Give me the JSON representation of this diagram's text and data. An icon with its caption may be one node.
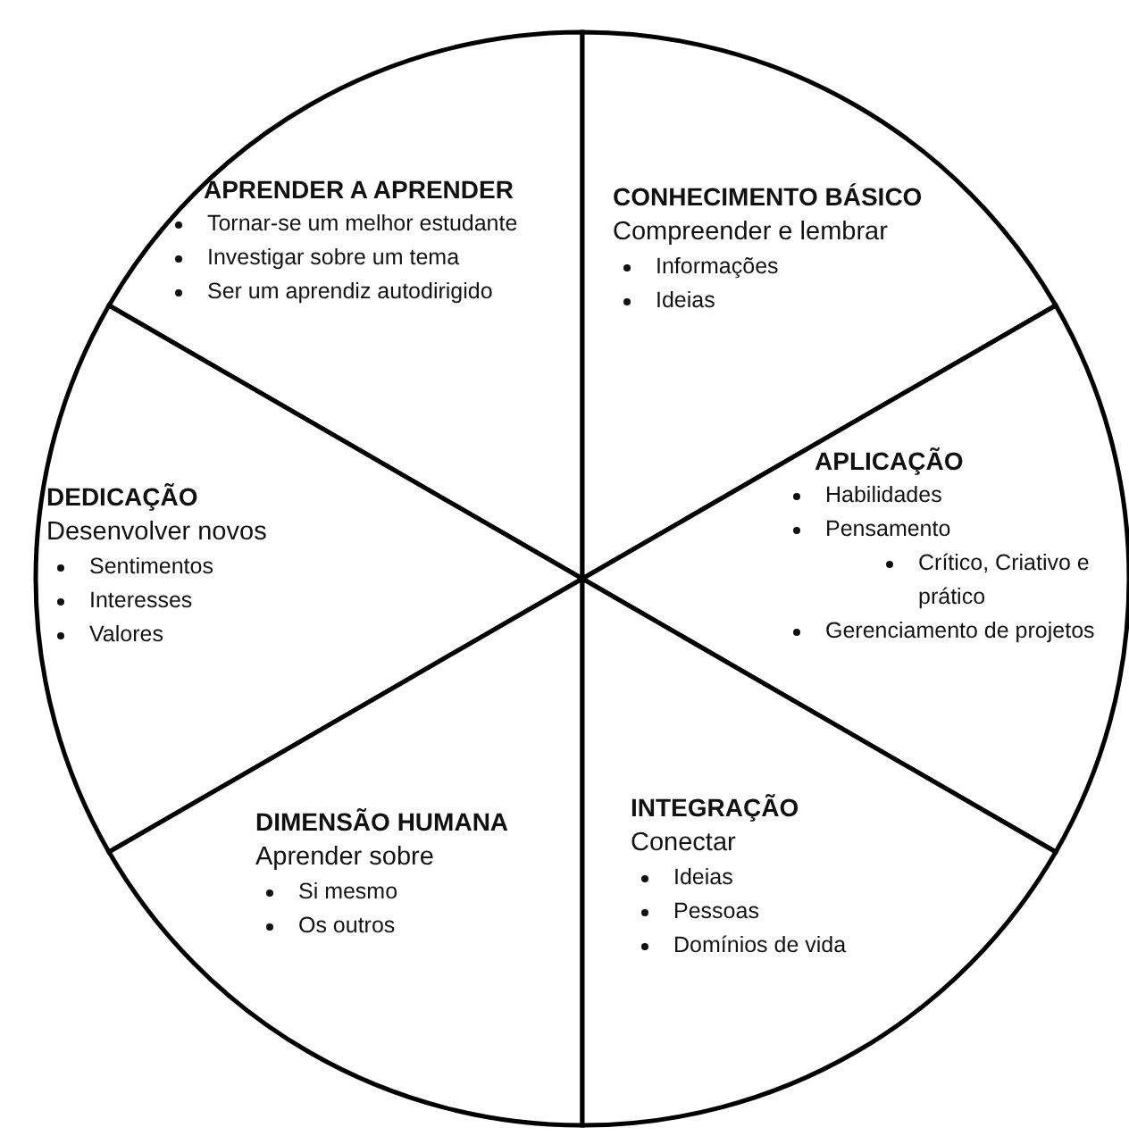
{
  "diagram": {
    "nodes": [
      {
        "text": [
          "APRENDER A APRENDER",
          "Tornar-se um melhor estudante",
          "Investigar sobre um tema",
          "Ser um aprendiz autodirigido"
        ]
      },
      {
        "text": [
          "CONHECIMENTO BÁSICO",
          "Compreender e lembrar",
          "Informações",
          "Ideias"
        ]
      },
      {
        "text": [
          "DEDICAÇÃO",
          "Desenvolver novos",
          "Sentimentos",
          "Interesses",
          "Valores"
        ]
      },
      {
        "text": [
          "APLICAÇÃO",
          "Habilidades",
          "Pensamento",
          "Crítico, Criativo e prático",
          "Gerenciamento de projetos"
        ]
      },
      {
        "text": [
          "DIMENSÃO HUMANA",
          "Aprender sobre",
          "Si mesmo",
          "Os outros"
        ]
      },
      {
        "text": [
          "INTEGRAÇÃO",
          "Conectar",
          "Ideias",
          "Pessoas",
          "Domínios de vida"
        ]
      }
    ]
  }
}
